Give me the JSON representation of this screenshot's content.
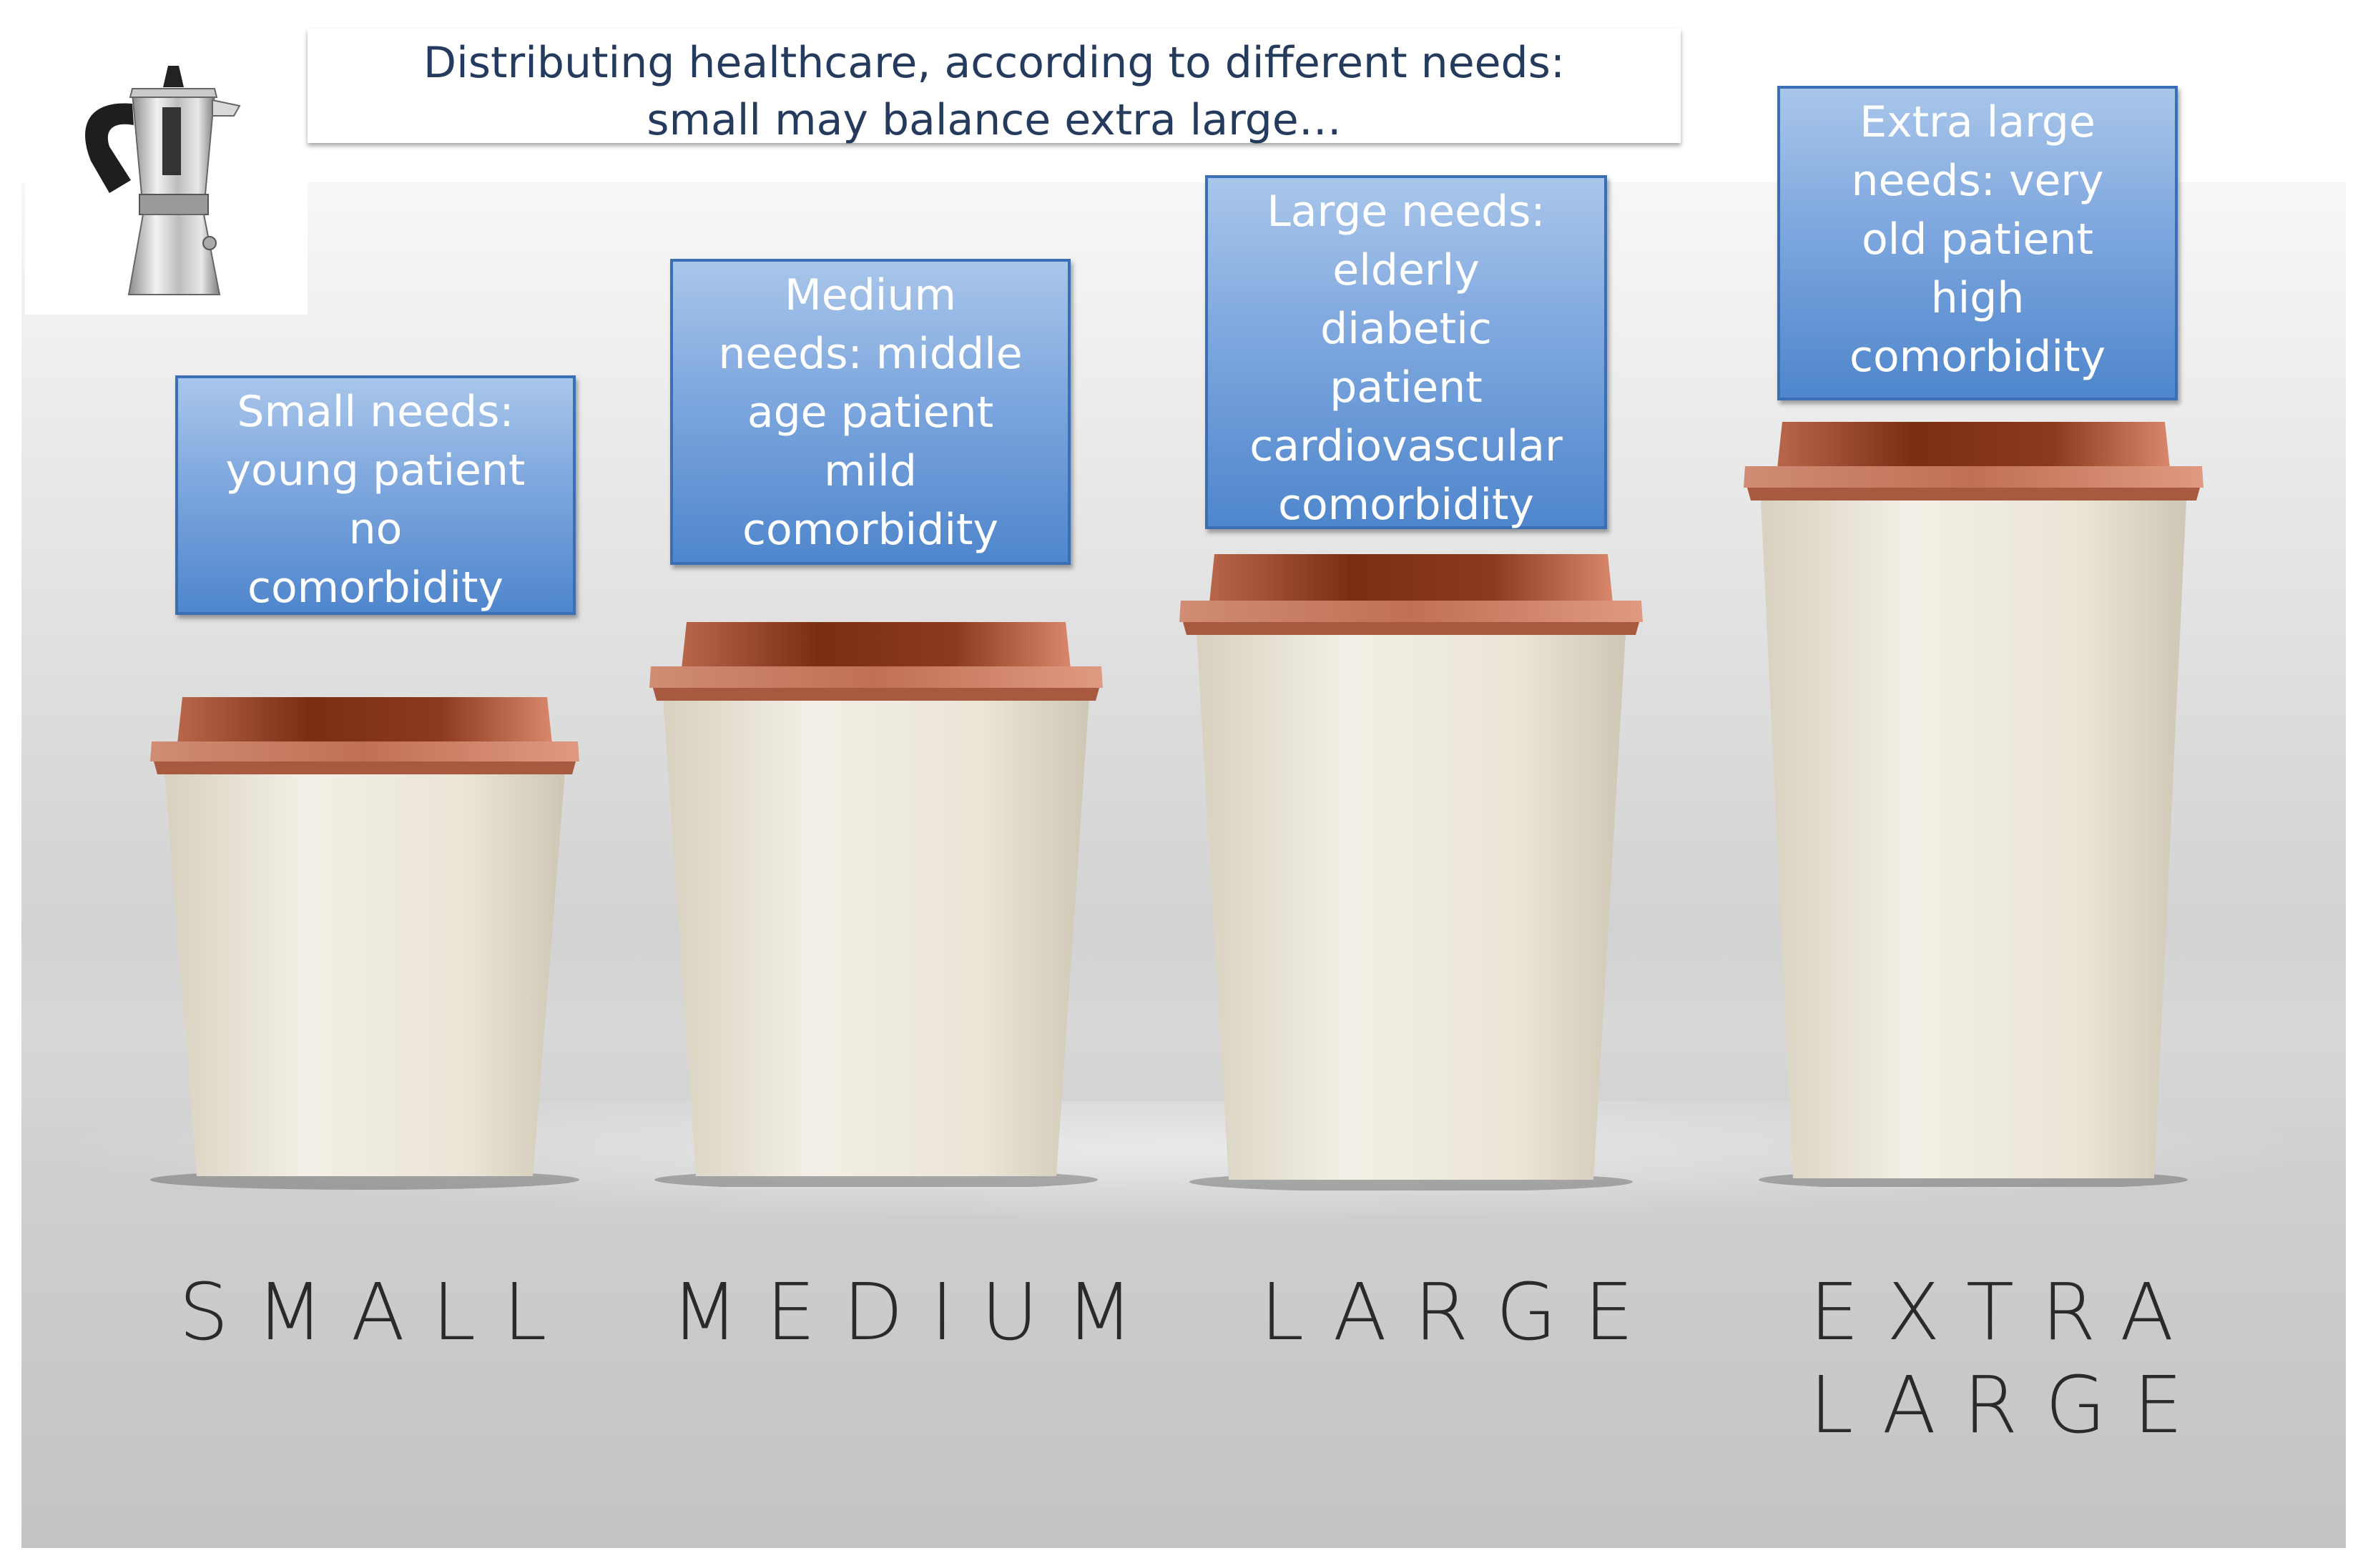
{
  "title": {
    "line1": "Distributing healthcare, according to different needs:",
    "line2": "small may balance extra large…"
  },
  "cups": [
    {
      "size_label": [
        "SMALL"
      ],
      "needs": [
        "Small needs:",
        "young patient",
        "no",
        "comorbidity"
      ]
    },
    {
      "size_label": [
        "MEDIUM"
      ],
      "needs": [
        "Medium",
        "needs: middle",
        "age patient",
        "mild",
        "comorbidity"
      ]
    },
    {
      "size_label": [
        "LARGE"
      ],
      "needs": [
        "Large needs:",
        "elderly",
        "diabetic",
        "patient",
        "cardiovascular",
        "comorbidity"
      ]
    },
    {
      "size_label": [
        "EXTRA",
        "LARGE"
      ],
      "needs": [
        "Extra large",
        "needs: very",
        "old patient",
        "high",
        "comorbidity"
      ]
    }
  ],
  "colors": {
    "lid_dark": "#7a2e14",
    "lid_light": "#d9876c",
    "cup_body": "#ece6d8",
    "box_blue": "#4f86cc",
    "title_text": "#243b5e"
  },
  "icons": {
    "logo": "moka-pot-icon"
  }
}
